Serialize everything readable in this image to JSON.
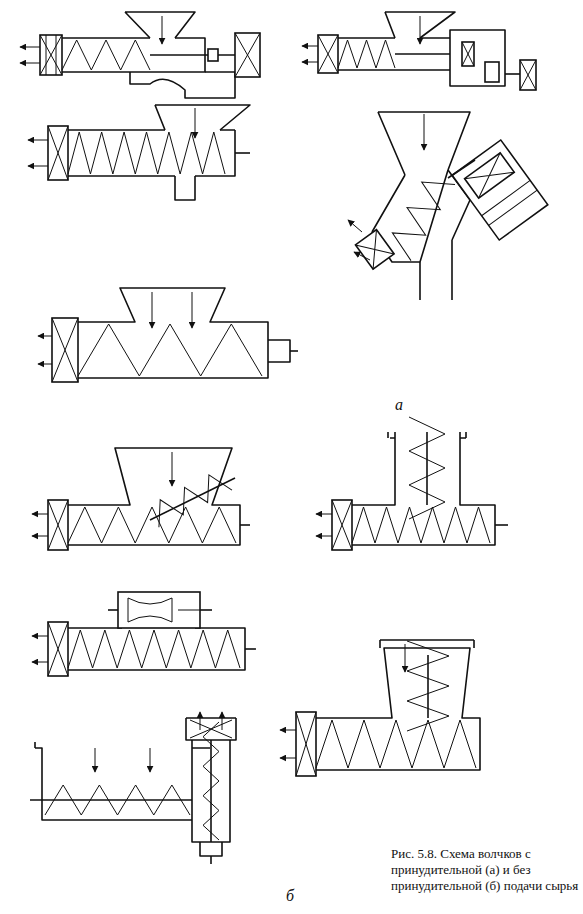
{
  "diagram": {
    "caption": "Рис. 5.8. Схема волчков с принудительной (а) и без принудительной (б) подачи сырья",
    "labels": [
      "а",
      "б"
    ]
  }
}
